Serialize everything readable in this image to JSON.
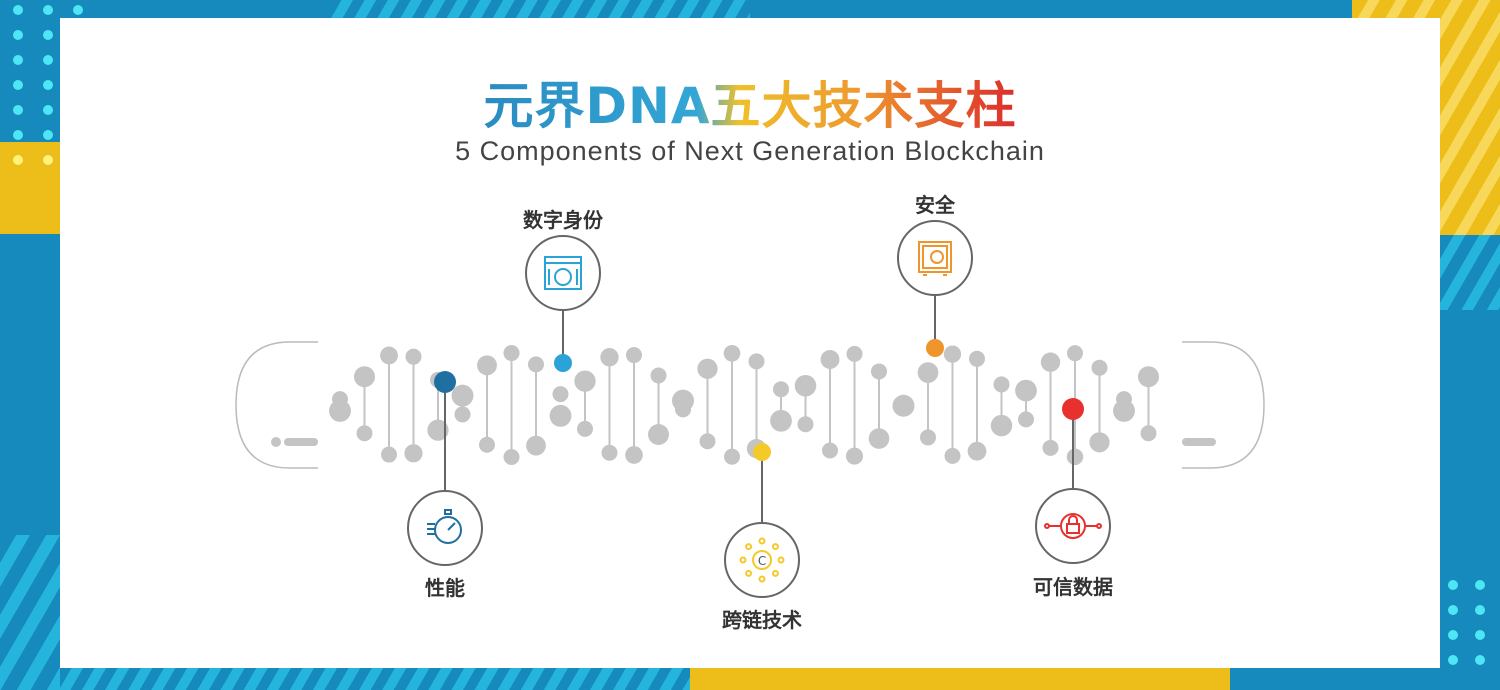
{
  "title": "元界DNA五大技术支柱",
  "subtitle": "5 Components of Next Generation Blockchain",
  "colors": {
    "bg_blue": "#1689bd",
    "bg_yellow": "#edbd1a",
    "dots": "#4ee6f5",
    "stripe": "#25b4dc",
    "bead": "#c4c4c4"
  },
  "components": [
    {
      "label": "性能",
      "icon": "stopwatch-icon",
      "color": "#1f6fa0"
    },
    {
      "label": "数字身份",
      "icon": "face-id-icon",
      "color": "#2aa3d6"
    },
    {
      "label": "跨链技术",
      "icon": "coin-network-icon",
      "color": "#f5c928"
    },
    {
      "label": "安全",
      "icon": "safe-icon",
      "color": "#f0952c"
    },
    {
      "label": "可信数据",
      "icon": "lock-shield-icon",
      "color": "#e8312f"
    }
  ]
}
